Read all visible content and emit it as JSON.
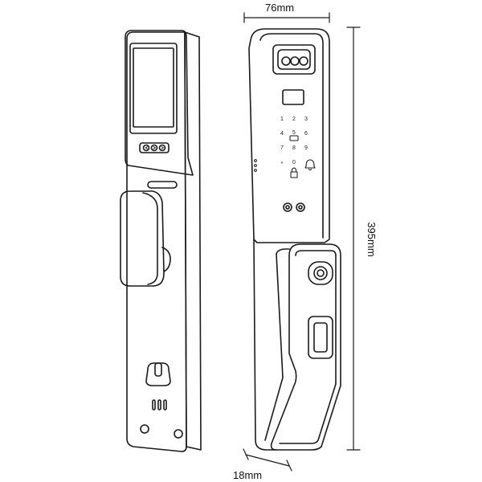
{
  "dimensions": {
    "width": "76mm",
    "height": "395mm",
    "depth": "18mm"
  },
  "keypad": {
    "keys": [
      "1",
      "2",
      "3",
      "4",
      "5",
      "6",
      "7",
      "8",
      "9",
      "*",
      "0"
    ]
  },
  "colors": {
    "line": "#1a1a1a",
    "background": "#ffffff"
  }
}
